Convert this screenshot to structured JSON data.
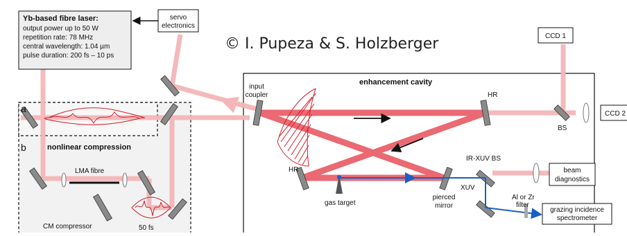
{
  "laser": {
    "title": "Yb-based fibre laser:",
    "lines": [
      "output power up to 50 W",
      "repetition rate: 78 MHz",
      "central wavelength: 1.04 µm",
      "pulse duration: 200 fs – 10 ps"
    ]
  },
  "servo": {
    "line1": "servo",
    "line2": "electronics"
  },
  "credit": "© I. Pupeza & S. Holzberger",
  "ccd1": "CCD 1",
  "ccd2": "CCD 2",
  "labels": {
    "a": "a",
    "b": "b",
    "nonlinear": "nonlinear compression",
    "lma": "LMA fibre",
    "cm": "CM compressor",
    "fs": "50 fs",
    "cavity": "enhancement cavity",
    "input1": "input",
    "input2": "coupler",
    "hr_top": "HR",
    "hr_left": "HR",
    "gas": "gas target",
    "pierced1": "pierced",
    "pierced2": "mirror",
    "irxuv": "IR-XUV BS",
    "xuv": "XUV",
    "filter1": "Al or Zr",
    "filter2": "filter",
    "bs": "BS",
    "beam1": "beam",
    "beam2": "diagnostics",
    "grazing1": "grazing incidence",
    "grazing2": "spectrometer"
  },
  "colors": {
    "beam_light": "#f4b6b8",
    "beam_strong": "#e8505a",
    "pulse": "#d11f2a",
    "xuv": "#1a5fc4",
    "box_fill": "#f2f2f2",
    "mirror": "#8a8a8a"
  }
}
